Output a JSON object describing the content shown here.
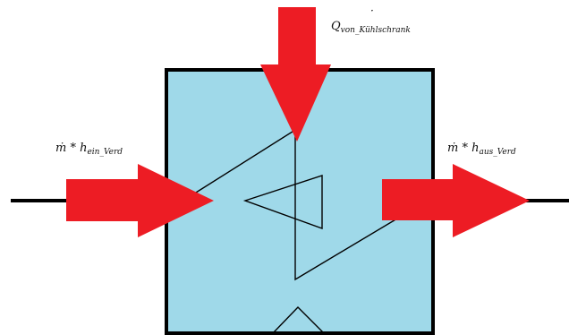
{
  "diagram": {
    "colors": {
      "box_fill": "#9fd9e9",
      "box_border": "#000000",
      "arrow_fill": "#ed1c24",
      "line": "#000000"
    },
    "labels": {
      "top": {
        "symbol": "Q",
        "subscript": "von_Kühlschrank",
        "dot": "·"
      },
      "left": {
        "symbol": "ṁ * h",
        "subscript": "ein_Verd"
      },
      "right": {
        "symbol": "ṁ * h",
        "subscript": "aus_Verd"
      }
    }
  }
}
